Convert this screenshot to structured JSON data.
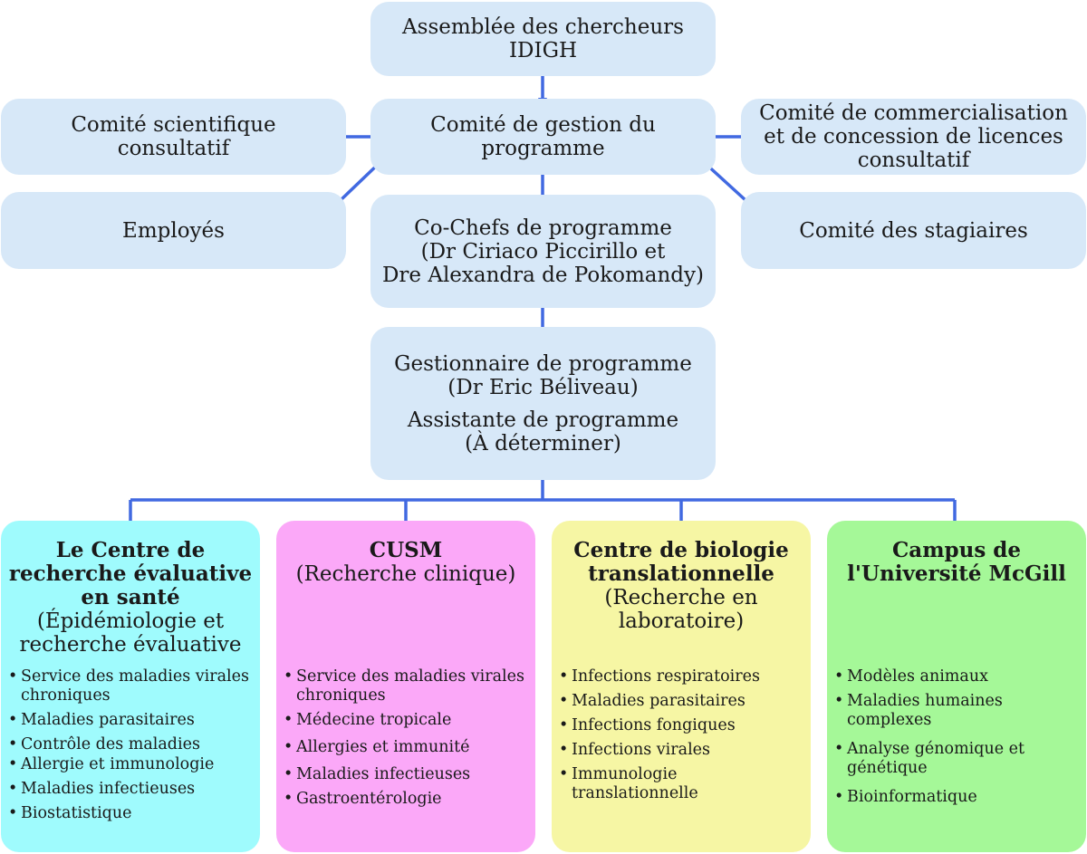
{
  "governance": {
    "assembly": {
      "line1": "Assemblée des chercheurs",
      "line2": "IDIGH"
    },
    "scientific_committee": {
      "line1": "Comité scientifique",
      "line2": "consultatif"
    },
    "steering_committee": {
      "line1": "Comité de gestion du",
      "line2": "programme"
    },
    "commercialization_committee": {
      "line1": "Comité de commercialisation",
      "line2": "et de concession de licences",
      "line3": "consultatif"
    },
    "employees": {
      "label": "Employés"
    },
    "co_chiefs": {
      "line1": "Co-Chefs de programme",
      "line2": "(Dr Ciriaco Piccirillo et",
      "line3": "Dre Alexandra de Pokomandy)"
    },
    "trainee_committee": {
      "label": "Comité des stagiaires"
    },
    "management": {
      "manager_title": "Gestionnaire de programme",
      "manager_name": "(Dr Eric Béliveau)",
      "assistant_title": "Assistante de programme",
      "assistant_name": "(À déterminer)"
    }
  },
  "units": [
    {
      "name_lines": [
        "Le Centre de",
        "recherche évaluative",
        "en santé"
      ],
      "sub_lines": [
        "(Épidémiologie et",
        "recherche évaluative"
      ],
      "items": [
        "Service des maladies virales chroniques",
        "Maladies parasitaires",
        "Contrôle des maladies",
        "Allergie et immunologie",
        "Maladies infectieuses",
        "Biostatistique"
      ]
    },
    {
      "name_lines": [
        "CUSM"
      ],
      "sub_lines": [
        "(Recherche clinique)"
      ],
      "items": [
        "Service des maladies virales chroniques",
        "Médecine tropicale",
        "Allergies et immunité",
        "Maladies infectieuses",
        "Gastroentérologie"
      ]
    },
    {
      "name_lines": [
        "Centre de biologie",
        "translationnelle"
      ],
      "sub_lines": [
        "(Recherche en",
        "laboratoire)"
      ],
      "items": [
        "Infections respiratoires",
        "Maladies parasitaires",
        "Infections fongiques",
        "Infections virales",
        "Immunologie translationnelle"
      ]
    },
    {
      "name_lines": [
        "Campus de",
        "l'Université McGill"
      ],
      "sub_lines": [],
      "items": [
        "Modèles animaux",
        "Maladies humaines complexes",
        "Analyse génomique et génétique",
        "Bioinformatique"
      ]
    }
  ],
  "colors": {
    "box_fill": "#d7e8f8",
    "arrow": "#4169e1",
    "unit1": "#9ffbfd",
    "unit2": "#fba8f8",
    "unit3": "#f6f6a4",
    "unit4": "#a5f898"
  }
}
